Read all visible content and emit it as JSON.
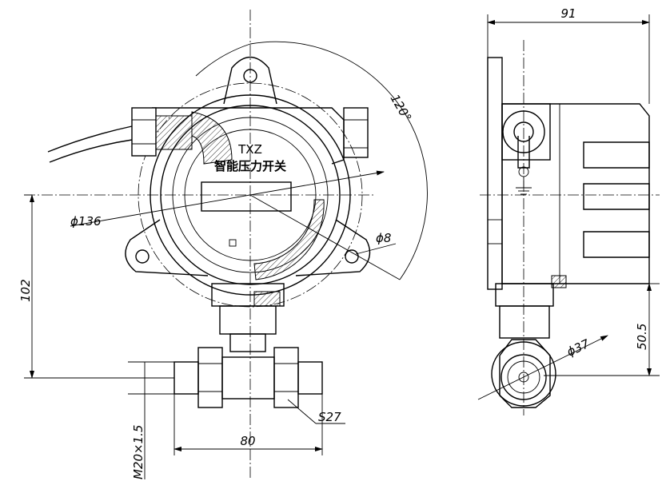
{
  "dimensions": {
    "width_91": "91",
    "angle_120": "120°",
    "dia_136": "ϕ136",
    "dia_8": "ϕ8",
    "height_102": "102",
    "thread_m20": "M20×1.5",
    "spanner_s27": "S27",
    "length_80": "80",
    "dia_37": "ϕ37",
    "height_50_5": "50.5"
  },
  "device": {
    "model": "TXZ",
    "name": "智能压力开关"
  }
}
